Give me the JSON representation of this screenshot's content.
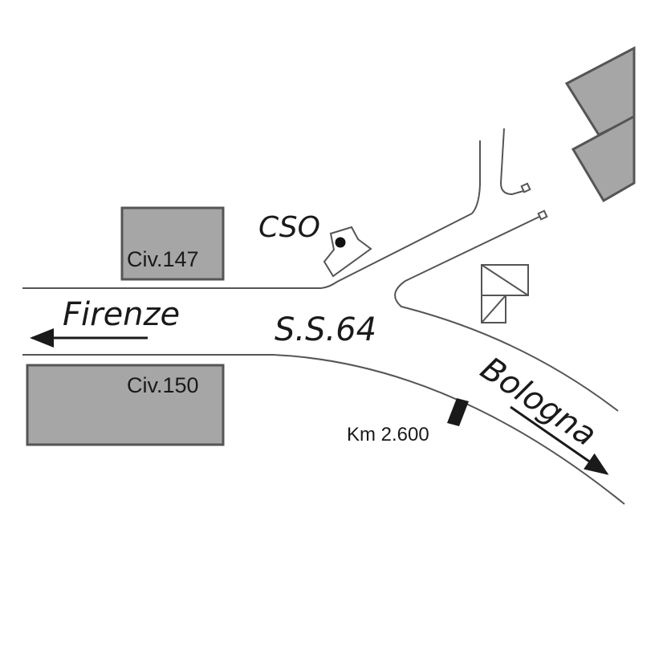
{
  "map": {
    "road_name": "S.S.64",
    "site_label": "CSO",
    "direction_west": "Firenze",
    "direction_southeast": "Bologna",
    "building_north": "Civ.147",
    "building_south": "Civ.150",
    "kilometre_marker": "Km 2.600"
  },
  "colors": {
    "building_fill": "#a6a6a6",
    "line": "#555555",
    "text": "#1a1a1a",
    "arrow": "#1a1a1a"
  }
}
